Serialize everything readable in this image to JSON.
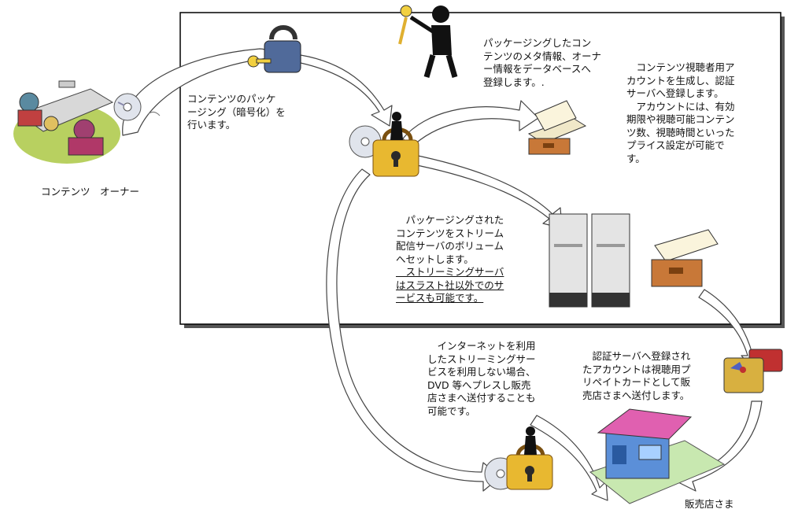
{
  "captions": {
    "owner": "コンテンツ　オーナー",
    "packaging": "コンテンツのパッケ\nージング（暗号化）を\n行います。",
    "metadata": "パッケージングしたコン\nテンツのメタ情報、オーナ\nー情報をデータベースへ\n登録します。.",
    "account": "　コンテンツ視聴者用ア\nカウントを生成し、認証\nサーバへ登録します。\n　アカウントには、有効\n期限や視聴可能コンテン\nツ数、視聴時間といった\nプライス設定が可能で\nす。",
    "stream_plain": "　パッケージングされた\nコンテンツをストリーム\n配信サーバのボリューム\nへセットします。\n",
    "stream_underlined": "　ストリーミングサーバ\nはスラスト社以外でのサ\nービスも可能です。",
    "internet": "　インターネットを利用\nしたストリーミングサー\nビスを利用しない場合、\nDVD 等へプレスし販売\n店さまへ送付することも\n可能です。",
    "card": "　認証サーバへ登録され\nたアカウントは視聴用プ\nリペイトカードとして販\n売店さまへ送付します。",
    "shop": "販売店さま"
  },
  "colors": {
    "frame": "#000000",
    "arrow_fill": "#ffffff",
    "arrow_stroke": "#444444",
    "lock_gold": "#e8b830",
    "lock_dark": "#2a2a2a",
    "padlock_blue": "#506a9a",
    "key_yellow": "#f2d040",
    "server_gray": "#e4e4e4",
    "cabinet_orange": "#c87838",
    "shop_pink": "#e060b0",
    "shop_blue": "#5b8fd8",
    "card_gold": "#d8b040",
    "card_red": "#c03030",
    "owner_green": "#b8d060"
  },
  "icons": [
    "people-meeting-icon",
    "cd-disc-icon",
    "padlock-key-icon",
    "person-with-key-icon",
    "person-on-lock-icon",
    "file-cabinet-icon",
    "server-icon",
    "prepaid-card-icon",
    "shop-building-icon"
  ]
}
